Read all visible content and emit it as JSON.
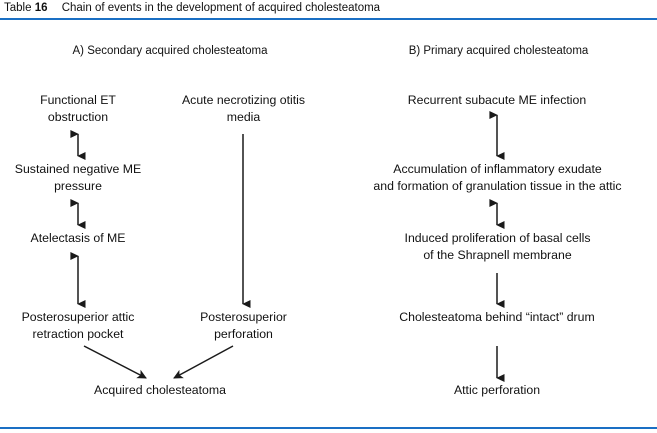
{
  "caption": {
    "label": "Table",
    "number": "16",
    "description": "Chain of events in the development of acquired cholesteatoma"
  },
  "colors": {
    "rule": "#1a6fc4",
    "text": "#111111",
    "arrow": "#1a1a1a",
    "background": "#ffffff"
  },
  "columns": [
    {
      "id": "A",
      "heading": "A) Secondary acquired cholesteatoma"
    },
    {
      "id": "B",
      "heading": "B) Primary acquired cholesteatoma"
    }
  ],
  "nodes": {
    "a1": "Functional ET\nobstruction",
    "a2": "Sustained negative ME\npressure",
    "a3": "Atelectasis of ME",
    "a4": "Posterosuperior attic\nretraction pocket",
    "b1": "Acute necrotizing otitis\nmedia",
    "b2": "Posterosuperior\nperforation",
    "c1": "Acquired cholesteatoma",
    "d1": "Recurrent subacute ME infection",
    "d2": "Accumulation of inflammatory exudate\nand formation of granulation tissue in the attic",
    "d3": "Induced proliferation of basal cells\nof the Shrapnell membrane",
    "d4": "Cholesteatoma behind “intact” drum",
    "d5": "Attic perforation"
  },
  "arrows": [
    {
      "name": "arrow-a1-a2",
      "from": "a1",
      "to": "a2",
      "style": "double-headed",
      "orientation": "vertical"
    },
    {
      "name": "arrow-a2-a3",
      "from": "a2",
      "to": "a3",
      "style": "double-headed",
      "orientation": "vertical"
    },
    {
      "name": "arrow-a3-a4",
      "from": "a3",
      "to": "a4",
      "style": "double-headed",
      "orientation": "vertical"
    },
    {
      "name": "arrow-b1-b2",
      "from": "b1",
      "to": "b2",
      "style": "single-headed",
      "orientation": "vertical"
    },
    {
      "name": "arrow-a4-c1",
      "from": "a4",
      "to": "c1",
      "style": "single-headed",
      "orientation": "diagonal"
    },
    {
      "name": "arrow-b2-c1",
      "from": "b2",
      "to": "c1",
      "style": "single-headed",
      "orientation": "diagonal"
    },
    {
      "name": "arrow-d1-d2",
      "from": "d1",
      "to": "d2",
      "style": "double-headed",
      "orientation": "vertical"
    },
    {
      "name": "arrow-d2-d3",
      "from": "d2",
      "to": "d3",
      "style": "double-headed",
      "orientation": "vertical"
    },
    {
      "name": "arrow-d3-d4",
      "from": "d3",
      "to": "d4",
      "style": "single-headed",
      "orientation": "vertical"
    },
    {
      "name": "arrow-d4-d5",
      "from": "d4",
      "to": "d5",
      "style": "single-headed",
      "orientation": "vertical"
    }
  ]
}
